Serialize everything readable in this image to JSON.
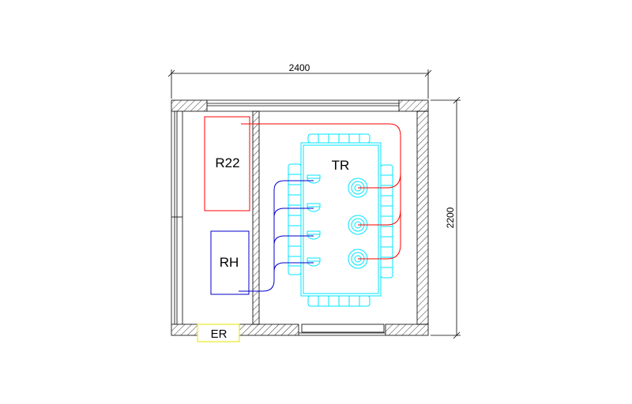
{
  "dimensions": {
    "width_label": "2400",
    "height_label": "2200"
  },
  "rooms": {
    "r22": "R22",
    "rh": "RH",
    "tr": "TR",
    "er": "ER"
  },
  "colors": {
    "wall": "#000000",
    "r22": "#ff0000",
    "rh": "#0000cc",
    "furniture": "#00e5ff",
    "er": "#e6e600",
    "red_line": "#ff0000",
    "blue_line": "#0000cc"
  }
}
